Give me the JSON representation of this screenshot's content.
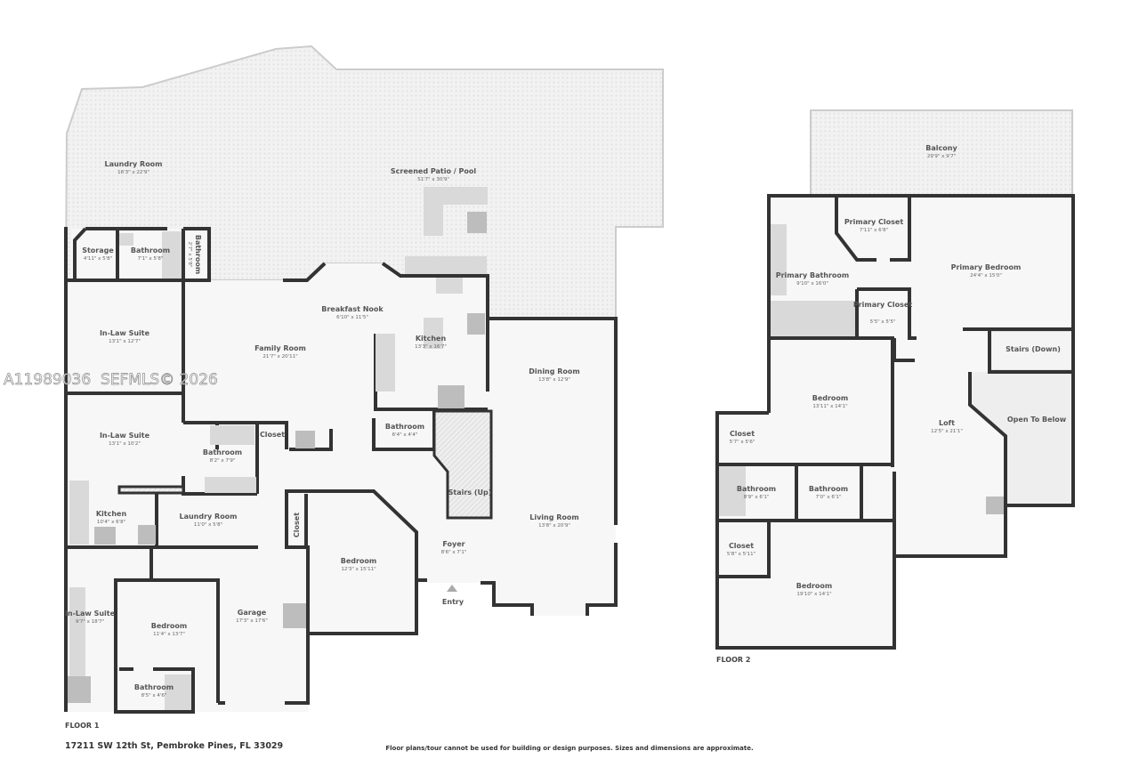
{
  "watermark": "A11989036  SEFMLS© 2026",
  "address": "17211 SW 12th St, Pembroke Pines, FL 33029",
  "disclaimer": "Floor plans/tour cannot be used for building or design purposes. Sizes and dimensions are approximate.",
  "colors": {
    "wall": "#333333",
    "floor": "#f7f7f7",
    "outdoor": "#efefef",
    "fixture": "#d9d9d9"
  },
  "floor1": {
    "label": "FLOOR 1",
    "entry": "Entry",
    "rooms": [
      {
        "name": "Laundry Room",
        "dims": "16'3\" x 22'9\""
      },
      {
        "name": "Screened Patio / Pool",
        "dims": "51'7\" x 30'9\""
      },
      {
        "name": "Storage",
        "dims": "4'11\" x 5'8\""
      },
      {
        "name": "Bathroom",
        "dims": "7'1\" x 5'8\""
      },
      {
        "name": "Bathroom",
        "dims": "2'7\" x 5'8\""
      },
      {
        "name": "In-Law Suite",
        "dims": "13'1\" x 12'7\""
      },
      {
        "name": "Family Room",
        "dims": "21'7\" x 20'11\""
      },
      {
        "name": "Breakfast Nook",
        "dims": "6'10\" x 11'5\""
      },
      {
        "name": "Kitchen",
        "dims": "13'3\" x 16'7\""
      },
      {
        "name": "Dining Room",
        "dims": "13'8\" x 12'9\""
      },
      {
        "name": "In-Law Suite",
        "dims": "13'1\" x 10'2\""
      },
      {
        "name": "Bathroom",
        "dims": "8'2\" x 7'9\""
      },
      {
        "name": "Closet",
        "dims": ""
      },
      {
        "name": "Bathroom",
        "dims": "6'4\" x 4'4\""
      },
      {
        "name": "Stairs (Up)",
        "dims": ""
      },
      {
        "name": "Kitchen",
        "dims": "10'4\" x 6'8\""
      },
      {
        "name": "Laundry Room",
        "dims": "11'0\" x 5'8\""
      },
      {
        "name": "Closet",
        "dims": ""
      },
      {
        "name": "Bedroom",
        "dims": "12'3\" x 15'11\""
      },
      {
        "name": "Foyer",
        "dims": "8'6\" x 7'1\""
      },
      {
        "name": "Living Room",
        "dims": "13'8\" x 20'9\""
      },
      {
        "name": "In-Law Suite",
        "dims": "9'7\" x 18'7\""
      },
      {
        "name": "Bedroom",
        "dims": "11'4\" x 13'7\""
      },
      {
        "name": "Garage",
        "dims": "17'3\" x 17'6\""
      },
      {
        "name": "Bathroom",
        "dims": "8'5\" x 4'6\""
      }
    ]
  },
  "floor2": {
    "label": "FLOOR 2",
    "rooms": [
      {
        "name": "Balcony",
        "dims": "29'9\" x 9'7\""
      },
      {
        "name": "Primary Closet",
        "dims": "7'11\" x 6'8\""
      },
      {
        "name": "Primary Bedroom",
        "dims": "24'4\" x 15'0\""
      },
      {
        "name": "Primary Bathroom",
        "dims": "9'10\" x 16'0\""
      },
      {
        "name": "Primary Closet",
        "dims": "5'5\" x 5'5\""
      },
      {
        "name": "Stairs (Down)",
        "dims": ""
      },
      {
        "name": "Bedroom",
        "dims": "13'11\" x 14'1\""
      },
      {
        "name": "Open To Below",
        "dims": ""
      },
      {
        "name": "Closet",
        "dims": "5'7\" x 5'6\""
      },
      {
        "name": "Loft",
        "dims": "12'5\" x 21'1\""
      },
      {
        "name": "Bathroom",
        "dims": "8'9\" x 6'1\""
      },
      {
        "name": "Bathroom",
        "dims": "7'0\" x 6'1\""
      },
      {
        "name": "Closet",
        "dims": "5'8\" x 5'11\""
      },
      {
        "name": "Bedroom",
        "dims": "19'10\" x 14'1\""
      }
    ]
  }
}
